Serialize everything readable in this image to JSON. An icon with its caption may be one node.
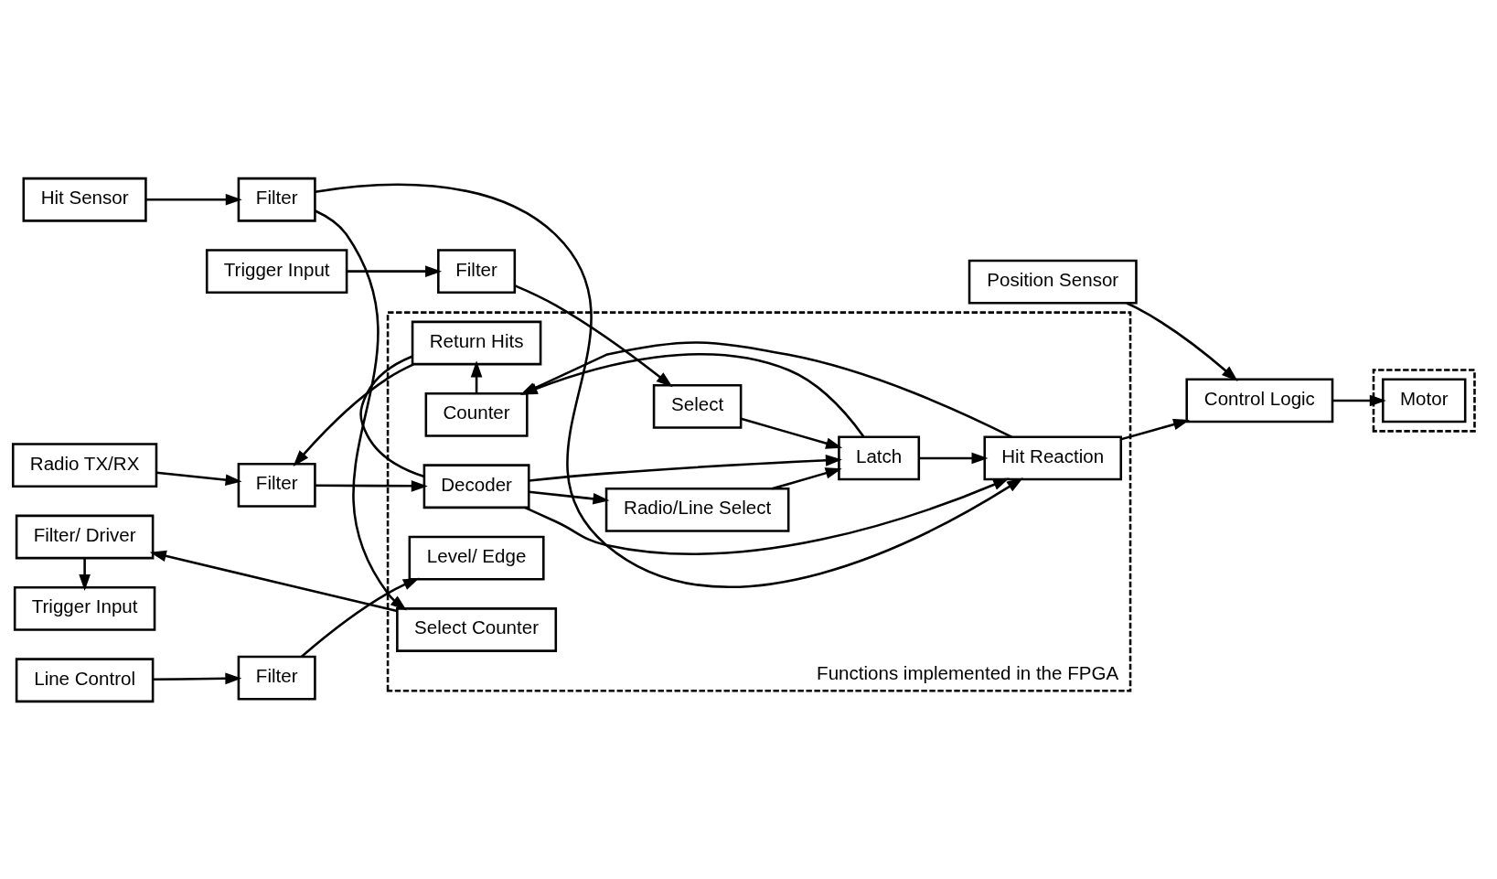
{
  "diagram": {
    "nodes": [
      {
        "text": [
          "Functions implemented in the FPGA"
        ]
      },
      {
        "text": [
          "Return Hits"
        ],
        "in": 0
      },
      {
        "text": [
          "Counter"
        ],
        "in": 0
      },
      {
        "text": [
          "Radio TX/RX"
        ]
      },
      {
        "text": [
          "Filter"
        ]
      },
      {
        "text": [
          "Decoder"
        ],
        "in": 0
      },
      {
        "text": [
          "Radio/Line Select"
        ],
        "in": 0
      },
      {
        "text": [
          "Latch"
        ],
        "in": 0
      },
      {
        "text": [
          "Hit Reaction"
        ],
        "in": 0
      },
      {
        "text": [
          "Control Logic"
        ]
      },
      {
        "text": [],
        "shape": "box"
      },
      {
        "text": [
          "Motor"
        ],
        "in": 10
      },
      {
        "text": [
          "Trigger Input"
        ]
      },
      {
        "text": [
          "Filter"
        ]
      },
      {
        "text": [
          "Select"
        ],
        "in": 0
      },
      {
        "text": [
          "Line Control"
        ]
      },
      {
        "text": [
          "Filter"
        ]
      },
      {
        "text": [
          "Level/ Edge"
        ],
        "in": 0
      },
      {
        "text": [
          "Position Sensor"
        ]
      },
      {
        "text": [
          "Hit Sensor"
        ]
      },
      {
        "text": [
          "Filter"
        ]
      },
      {
        "text": [
          "Trigger Input"
        ]
      },
      {
        "text": [
          "Filter/ Driver"
        ]
      },
      {
        "text": [
          "Select Counter"
        ],
        "in": 0
      }
    ],
    "edges": [
      {
        "from": 1,
        "to": 4,
        "arrow": "to"
      },
      {
        "from": 2,
        "to": 1,
        "arrow": "to"
      },
      {
        "from": 1,
        "to": 5,
        "arrow": "none"
      },
      {
        "from": 3,
        "to": 4,
        "arrow": "to"
      },
      {
        "from": 4,
        "to": 5,
        "arrow": "to"
      },
      {
        "from": 5,
        "to": 6,
        "arrow": "to"
      },
      {
        "from": 6,
        "to": 7,
        "arrow": "to"
      },
      {
        "from": 7,
        "to": 2,
        "arrow": "to"
      },
      {
        "from": 8,
        "to": 2,
        "arrow": "to"
      },
      {
        "from": 7,
        "to": 8,
        "arrow": "to"
      },
      {
        "from": 8,
        "to": 9,
        "arrow": "to"
      },
      {
        "from": 5,
        "to": 7,
        "arrow": "to"
      },
      {
        "from": 5,
        "to": 8,
        "arrow": "to"
      },
      {
        "from": 14,
        "to": 7,
        "arrow": "to"
      },
      {
        "from": 9,
        "to": 11,
        "arrow": "to"
      },
      {
        "from": 18,
        "to": 9,
        "arrow": "to"
      },
      {
        "from": 12,
        "to": 13,
        "arrow": "to"
      },
      {
        "from": 13,
        "to": 14,
        "arrow": "to"
      },
      {
        "from": 15,
        "to": 16,
        "arrow": "to"
      },
      {
        "from": 16,
        "to": 17,
        "arrow": "to"
      },
      {
        "from": 19,
        "to": 20,
        "arrow": "to"
      },
      {
        "from": 20,
        "to": 8,
        "arrow": "to"
      },
      {
        "from": 20,
        "to": 23,
        "arrow": "to"
      },
      {
        "from": 23,
        "to": 22,
        "arrow": "to"
      },
      {
        "from": 22,
        "to": 21,
        "arrow": "to"
      }
    ]
  }
}
